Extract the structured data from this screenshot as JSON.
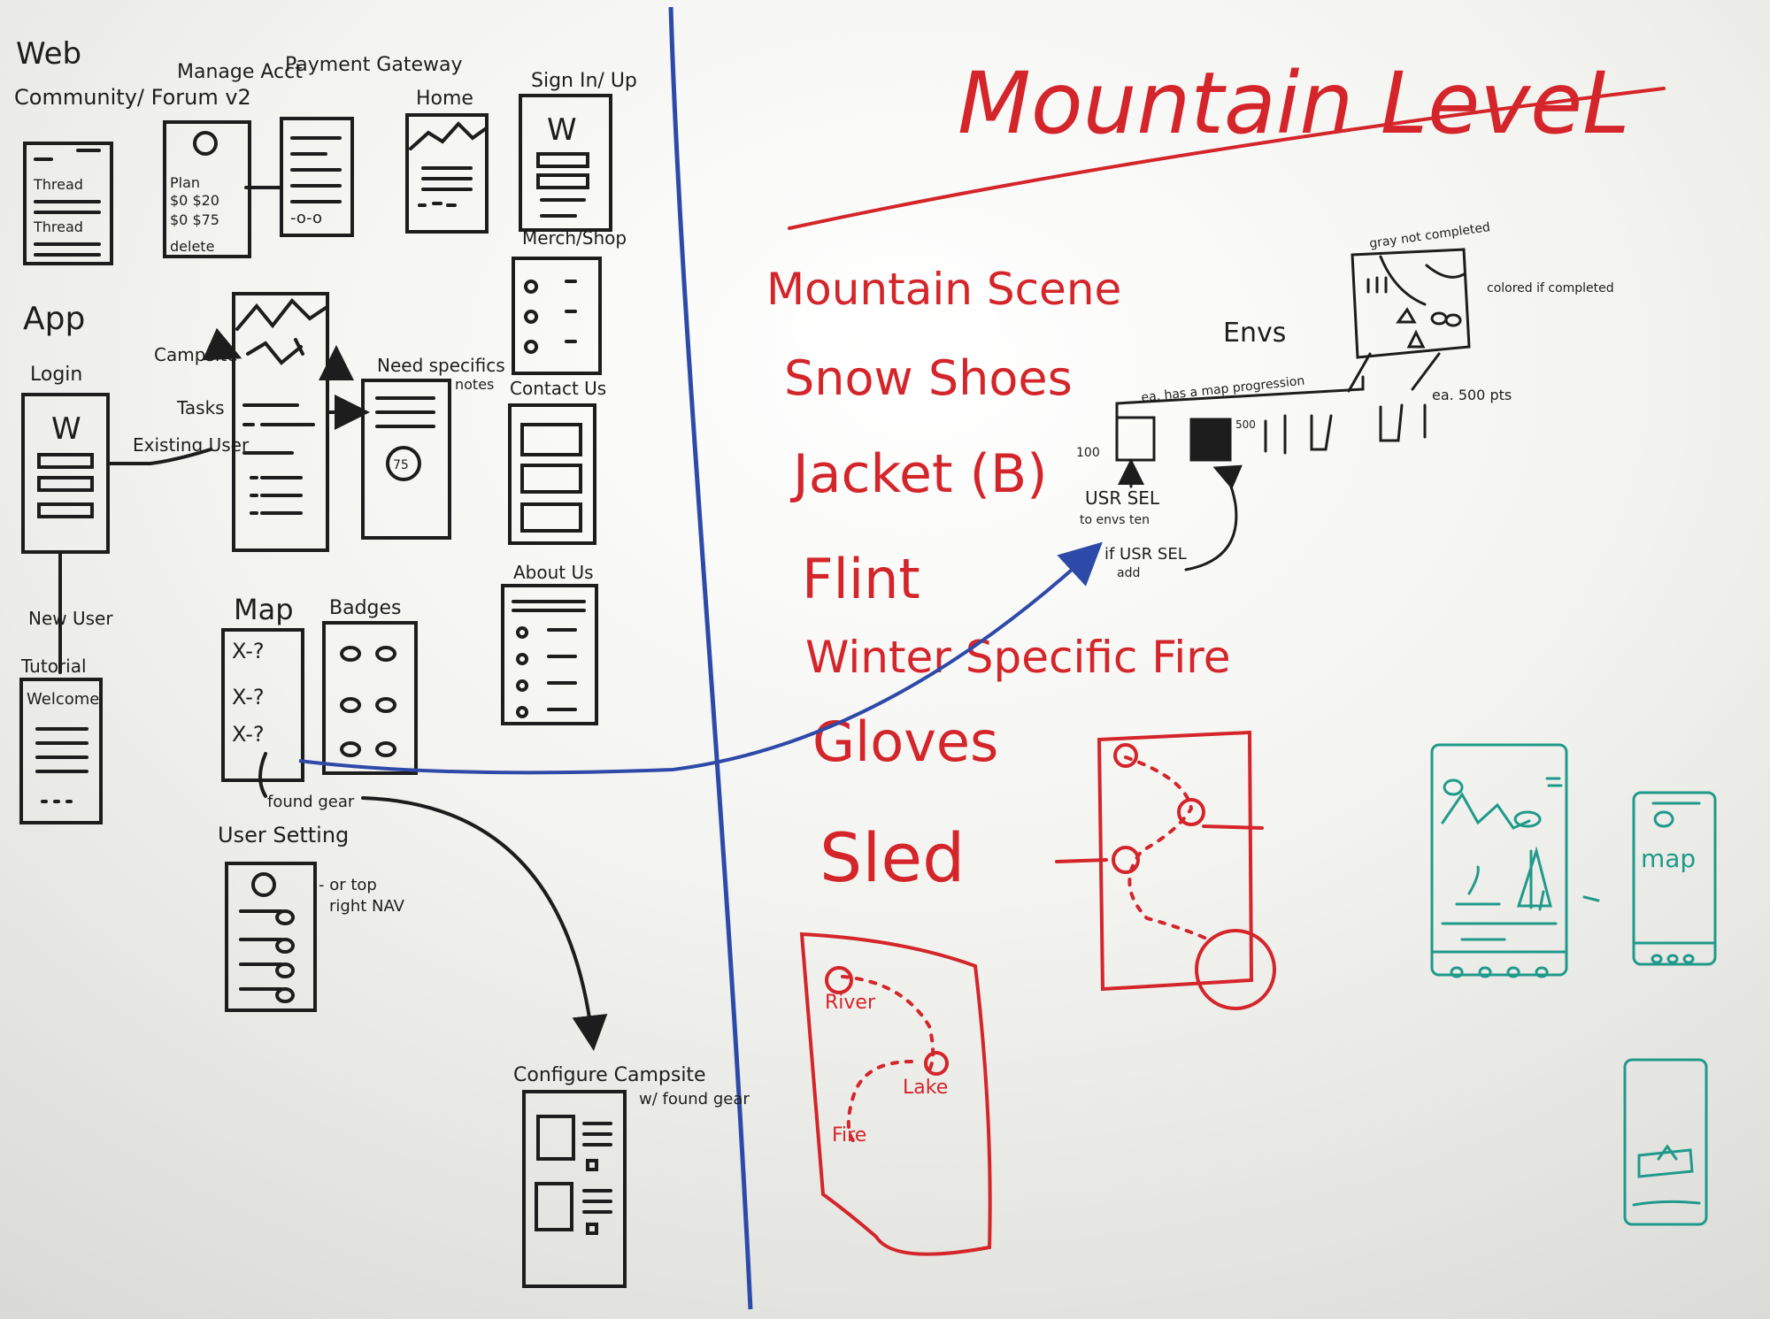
{
  "colors": {
    "board": "#f4f4f1",
    "black": "#1d1d1d",
    "red": "#d4252a",
    "blue": "#2e4aa8",
    "teal": "#1f9a8a"
  },
  "web": {
    "heading": "Web",
    "community": "Community/ Forum v2",
    "thread1": "Thread",
    "thread2": "Thread",
    "manage": "Manage Acct",
    "plan": "Plan",
    "plan_a": "$0 $20",
    "plan_b": "$0 $75",
    "delete": "delete",
    "payment": "Payment Gateway",
    "home": "Home",
    "signin": "Sign In/ Up",
    "w_signin": "W",
    "merch": "Merch/Shop",
    "contact": "Contact Us",
    "about": "About Us"
  },
  "app": {
    "heading": "App",
    "login": "Login",
    "w_login": "W",
    "existing": "Existing User",
    "newuser": "New User",
    "tutorial": "Tutorial",
    "welcome": "Welcome",
    "campsite": "Campsite",
    "tasks": "Tasks",
    "need": "Need specifics",
    "notes": "notes",
    "badge_num": "75",
    "map": "Map",
    "badges": "Badges",
    "foundgear": "found gear",
    "usersetting": "User Setting",
    "ortop": "- or top",
    "rightnav": "right NAV",
    "configure": "Configure Campsite",
    "wfound": "w/ found gear"
  },
  "level": {
    "title": "Mountain LeveL",
    "items": [
      "Mountain Scene",
      "Snow Shoes",
      "Jacket (B)",
      "Flint",
      "Winter Specific Fire",
      "Gloves",
      "Sled"
    ],
    "envs": "Envs",
    "eahas": "ea. has a map progression",
    "ea500": "ea. 500 pts",
    "pts100": "100",
    "pts500": "500",
    "usrsel": "USR SEL",
    "toenvs": "to envs ten",
    "ifusr": "if USR SEL",
    "add": "add",
    "gray": "gray not completed",
    "colored": "colored if completed",
    "river": "River",
    "lake": "Lake",
    "fire": "Fire"
  },
  "phones": {
    "map_label": "map"
  }
}
